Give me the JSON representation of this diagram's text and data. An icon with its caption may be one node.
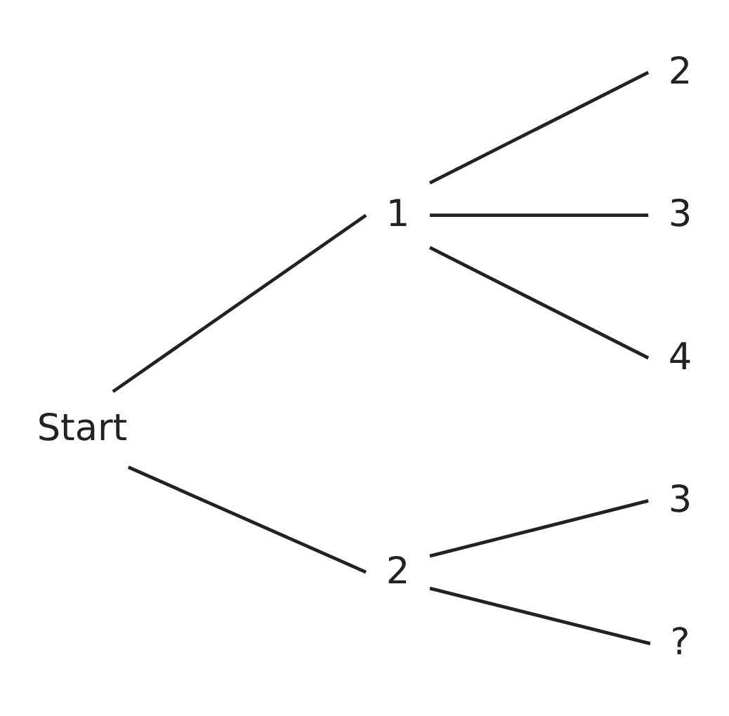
{
  "diagram": {
    "nodes": [
      {
        "text": [
          "Start"
        ]
      },
      {
        "text": [
          "1"
        ]
      },
      {
        "text": [
          "2"
        ]
      },
      {
        "text": [
          "2"
        ]
      },
      {
        "text": [
          "3"
        ]
      },
      {
        "text": [
          "4"
        ]
      },
      {
        "text": [
          "3"
        ]
      },
      {
        "text": [
          "?"
        ]
      }
    ],
    "edges": [
      {
        "from": 0,
        "to": 1,
        "arrow": "none"
      },
      {
        "from": 0,
        "to": 2,
        "arrow": "none"
      },
      {
        "from": 1,
        "to": 3,
        "arrow": "none"
      },
      {
        "from": 1,
        "to": 4,
        "arrow": "none"
      },
      {
        "from": 1,
        "to": 5,
        "arrow": "none"
      },
      {
        "from": 2,
        "to": 6,
        "arrow": "none"
      },
      {
        "from": 2,
        "to": 7,
        "arrow": "none"
      }
    ]
  }
}
